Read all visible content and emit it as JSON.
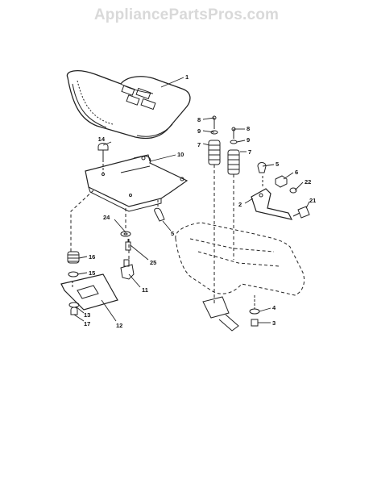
{
  "watermark": "AppliancePartsPros.com",
  "callouts": {
    "c1": "1",
    "c2": "2",
    "c3": "3",
    "c4": "4",
    "c5a": "5",
    "c5b": "5",
    "c6": "6",
    "c7a": "7",
    "c7b": "7",
    "c8a": "8",
    "c8b": "8",
    "c9a": "9",
    "c9b": "9",
    "c10": "10",
    "c11": "11",
    "c12": "12",
    "c13": "13",
    "c14": "14",
    "c15": "15",
    "c16": "16",
    "c17": "17",
    "c21": "21",
    "c22": "22",
    "c24": "24",
    "c25": "25"
  },
  "colors": {
    "ink": "#222222",
    "watermark": "#d9d9d9"
  }
}
